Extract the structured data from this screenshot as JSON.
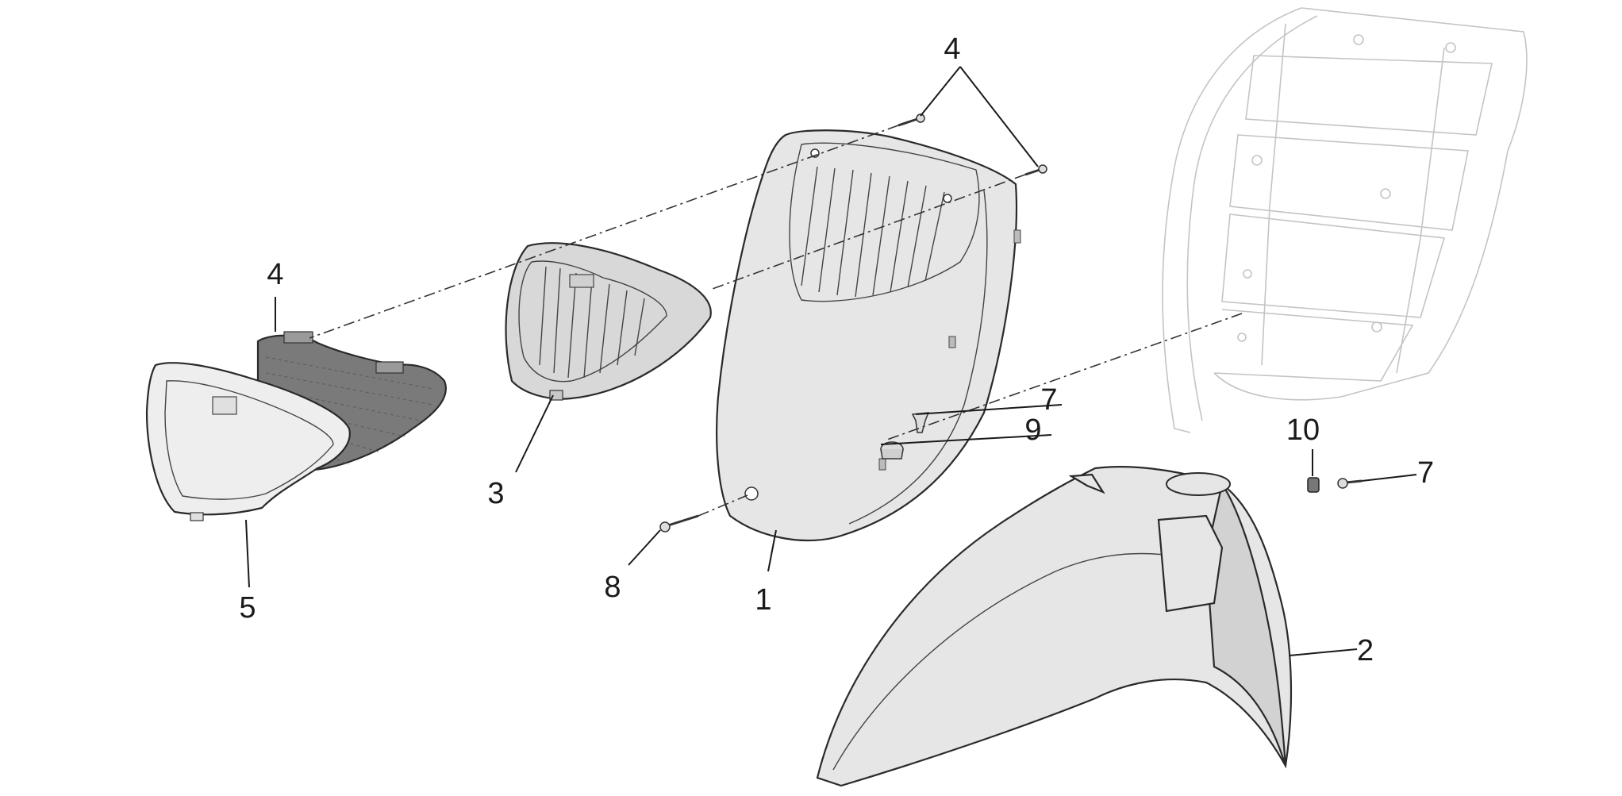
{
  "labels": {
    "part_1": "1",
    "part_2": "2",
    "part_3": "3",
    "part_4_top": "4",
    "part_4_left": "4",
    "part_5": "5",
    "part_7_top": "7",
    "part_7_right": "7",
    "part_8": "8",
    "part_9": "9",
    "part_10": "10"
  },
  "colors": {
    "part_fill": "#e6e6e6",
    "part_shade": "#d2d2d2",
    "mesh_fill": "#7a7a7a",
    "line": "#1a1a1a",
    "ghost_frame": "#c4c4c4"
  }
}
